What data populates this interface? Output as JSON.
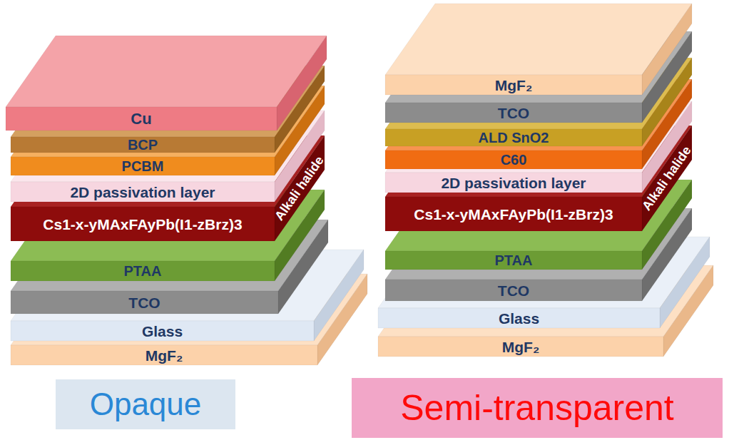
{
  "diagram": {
    "nodes": [
      {
        "text": [
          "Cu"
        ]
      },
      {
        "text": [
          "BCP"
        ]
      },
      {
        "text": [
          "PCBM"
        ]
      },
      {
        "text": [
          "2D passivation layer"
        ]
      },
      {
        "text": [
          "Cs1-x-yMAxFAyPb(I1-zBrz)3",
          "Alkali halide"
        ]
      },
      {
        "text": [
          "PTAA"
        ]
      },
      {
        "text": [
          "TCO"
        ]
      },
      {
        "text": [
          "Glass"
        ]
      },
      {
        "text": [
          "MgF₂"
        ]
      },
      {
        "text": [
          "Opaque"
        ]
      },
      {
        "text": [
          "MgF₂"
        ]
      },
      {
        "text": [
          "TCO"
        ]
      },
      {
        "text": [
          "ALD SnO2"
        ]
      },
      {
        "text": [
          "C60"
        ]
      },
      {
        "text": [
          "2D passivation layer"
        ]
      },
      {
        "text": [
          "Cs1-x-yMAxFAyPb(I1-zBrz)3",
          "Alkali halide"
        ]
      },
      {
        "text": [
          "PTAA"
        ]
      },
      {
        "text": [
          "TCO"
        ]
      },
      {
        "text": [
          "Glass"
        ]
      },
      {
        "text": [
          "MgF₂"
        ]
      },
      {
        "text": [
          "Semi-transparent"
        ]
      }
    ]
  }
}
